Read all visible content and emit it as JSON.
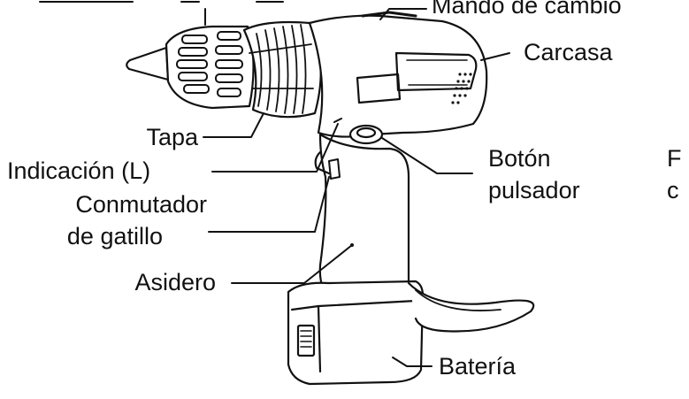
{
  "labels": {
    "mando_de_cambio": "Mando de cambio",
    "carcasa": "Carcasa",
    "tapa": "Tapa",
    "indicacion": "Indicación (L)",
    "conmutador_line1": "Conmutador",
    "conmutador_line2": "de gatillo",
    "asidero": "Asidero",
    "boton_line1": "Botón",
    "boton_line2": "pulsador",
    "bateria": "Batería",
    "cut_f": "F",
    "cut_c": "c"
  }
}
